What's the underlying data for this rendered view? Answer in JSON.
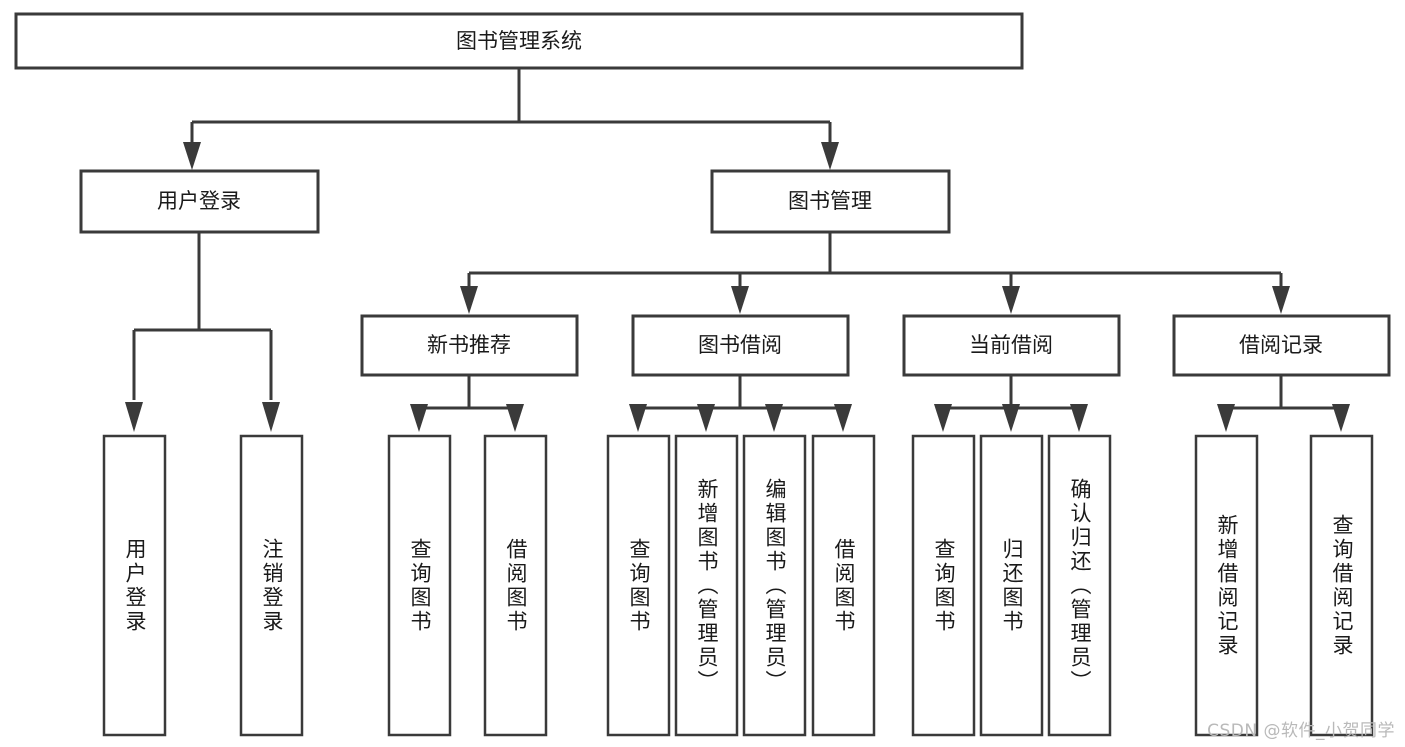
{
  "diagram": {
    "type": "hierarchy-tree",
    "title": "图书管理系统",
    "watermark": "CSDN @软件_小贺同学",
    "colors": {
      "stroke": "#3a3a3a",
      "fill": "#ffffff",
      "text": "#1a1a1a",
      "watermark": "#b9b9b9"
    },
    "root": {
      "label": "图书管理系统",
      "level": 1
    },
    "level2": [
      {
        "label": "用户登录"
      },
      {
        "label": "图书管理"
      }
    ],
    "level3": [
      {
        "label": "新书推荐",
        "parent": "图书管理"
      },
      {
        "label": "图书借阅",
        "parent": "图书管理"
      },
      {
        "label": "当前借阅",
        "parent": "图书管理"
      },
      {
        "label": "借阅记录",
        "parent": "图书管理"
      }
    ],
    "leaves": [
      {
        "label": "用户登录",
        "parent": "用户登录"
      },
      {
        "label": "注销登录",
        "parent": "用户登录"
      },
      {
        "label": "查询图书",
        "parent": "新书推荐"
      },
      {
        "label": "借阅图书",
        "parent": "新书推荐"
      },
      {
        "label": "查询图书",
        "parent": "图书借阅"
      },
      {
        "label": "新增图书（管理员）",
        "parent": "图书借阅"
      },
      {
        "label": "编辑图书（管理员）",
        "parent": "图书借阅"
      },
      {
        "label": "借阅图书",
        "parent": "图书借阅"
      },
      {
        "label": "查询图书",
        "parent": "当前借阅"
      },
      {
        "label": "归还图书",
        "parent": "当前借阅"
      },
      {
        "label": "确认归还（管理员）",
        "parent": "当前借阅"
      },
      {
        "label": "新增借阅记录",
        "parent": "借阅记录"
      },
      {
        "label": "查询借阅记录",
        "parent": "借阅记录"
      }
    ]
  }
}
